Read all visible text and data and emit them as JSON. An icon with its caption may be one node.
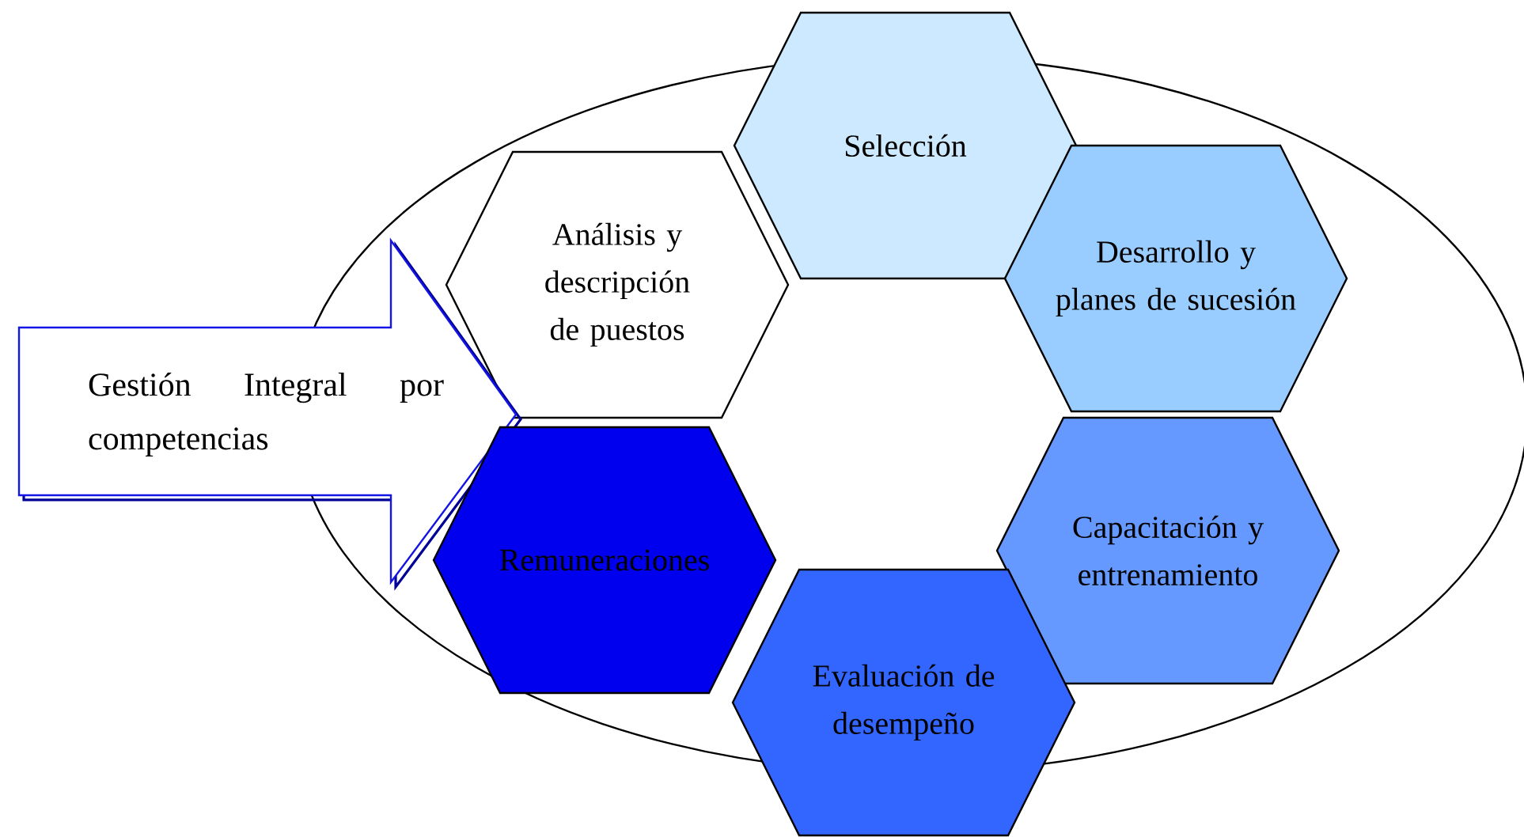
{
  "diagram": {
    "nodes": [
      {
        "text": [
          "Selección"
        ]
      },
      {
        "text": [
          "Análisis y descripción de puestos"
        ]
      },
      {
        "text": [
          "Desarrollo y planes de sucesión"
        ]
      },
      {
        "text": [
          "Gestión Integral por competencias"
        ]
      },
      {
        "text": [
          "Remuneraciones"
        ]
      },
      {
        "text": [
          "Capacitación y entrenamiento"
        ]
      },
      {
        "text": [
          "Evaluación de desempeño"
        ]
      }
    ],
    "edges": []
  }
}
